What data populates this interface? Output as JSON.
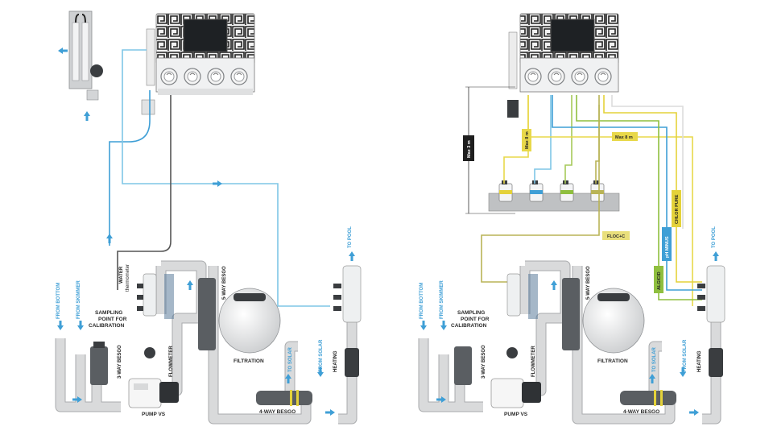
{
  "left": {
    "labels": {
      "from_bottom": "FROM BOTTOM",
      "from_skimmer": "FROM SKIMMER",
      "sampling": [
        "SAMPLING",
        "POINT FOR",
        "CALIBRATION"
      ],
      "water_thermometer": [
        "WATER",
        "thermometer"
      ],
      "three_way": "3-WAY BESGO",
      "flowmeter": "FLOWMETER",
      "five_way": "5-WAY BESGO",
      "filtration": "FILTRATION",
      "pump": "PUMP VS",
      "four_way": "4-WAY BESGO",
      "to_solar": "TO SOLAR",
      "from_solar": "FROM SOLAR",
      "heating": "HEATING",
      "to_pool": "TO POOL"
    }
  },
  "right": {
    "labels": {
      "from_bottom": "FROM BOTTOM",
      "from_skimmer": "FROM SKIMMER",
      "sampling": [
        "SAMPLING",
        "POINT FOR",
        "CALIBRATION"
      ],
      "three_way": "3-WAY BESGO",
      "flowmeter": "FLOWMETER",
      "five_way": "5-WAY BESGO",
      "filtration": "FILTRATION",
      "pump": "PUMP VS",
      "four_way": "4-WAY BESGO",
      "to_solar": "TO SOLAR",
      "from_solar": "FROM SOLAR",
      "heating": "HEATING",
      "to_pool": "TO POOL"
    },
    "tags": {
      "max3": "Max 3 m",
      "max8a": "Max 8 m",
      "max8b": "Max 8 m",
      "floc": "FLOC+C",
      "chlor": "CHLOR PURE",
      "ph": "pH MINUS",
      "algicid": "ALGICID"
    }
  },
  "colors": {
    "water_blue": "#3f9fd6",
    "light_blue_cable": "#7fc6e6",
    "yellow_cable": "#e8d84a",
    "olive_cable": "#b9b457",
    "green_cable": "#a6c95a",
    "chlor_tag": "#e4d23a",
    "floc_tag": "#e9df7b",
    "ph_tag": "#3f9fd6",
    "algicid_tag": "#8fbf3f"
  }
}
